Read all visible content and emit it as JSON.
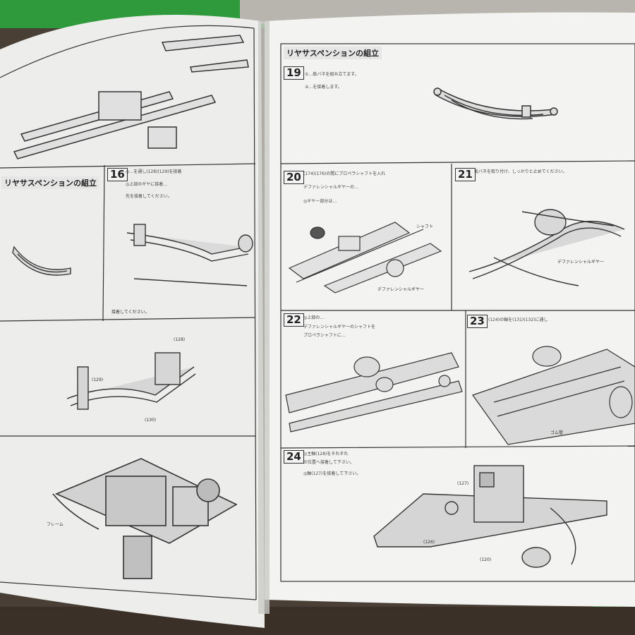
{
  "colors": {
    "page": "#f4f4f2",
    "line": "#333333",
    "background_wood": "#4a3f35",
    "green_box": "#2e9a3c"
  },
  "right_page": {
    "section_title": "リヤサスペンションの組立",
    "steps": [
      {
        "number": "19",
        "notes": [
          "①…板バネを組み立てます。",
          "②…を接着します。"
        ]
      },
      {
        "number": "20",
        "notes": [
          "(174)(176)の間にプロペラシャフトを入れ",
          "デファレンシャルギヤーの…",
          "◎ギヤー部分は…"
        ]
      },
      {
        "number": "21",
        "notes": [
          "板バネを取り付け、しっかりと止めてください。"
        ]
      },
      {
        "number": "22",
        "notes": [
          "◎上部の…",
          "デファレンシャルギヤーのシャフトを",
          "プロペラシャフトに…"
        ]
      },
      {
        "number": "23",
        "notes": [
          "(124)の軸を(131)(132)に通し"
        ]
      },
      {
        "number": "24",
        "notes": [
          "◎主軸(128)をそれぞれ",
          "の位置へ接着して下さい。",
          "◎軸(127)を接着して下さい。"
        ]
      }
    ],
    "labels": {
      "differential": "デファレンシャルギヤー",
      "shaft": "シャフト",
      "rubber_tube": "ゴム管",
      "part_126": "(126)",
      "part_120": "(120)",
      "part_127": "(127)"
    }
  },
  "left_page": {
    "section_title": "リヤサスペンションの組立",
    "steps": [
      {
        "number": "16",
        "notes": [
          "◎…を通し(128)(129)を接着",
          "◎上部のギヤに接着…",
          "先を接着してください。"
        ]
      }
    ],
    "labels": {
      "frame": "フレーム",
      "part_128": "(128)",
      "part_129": "(129)",
      "part_130": "(130)",
      "bottom_note": "接着してください。"
    }
  }
}
